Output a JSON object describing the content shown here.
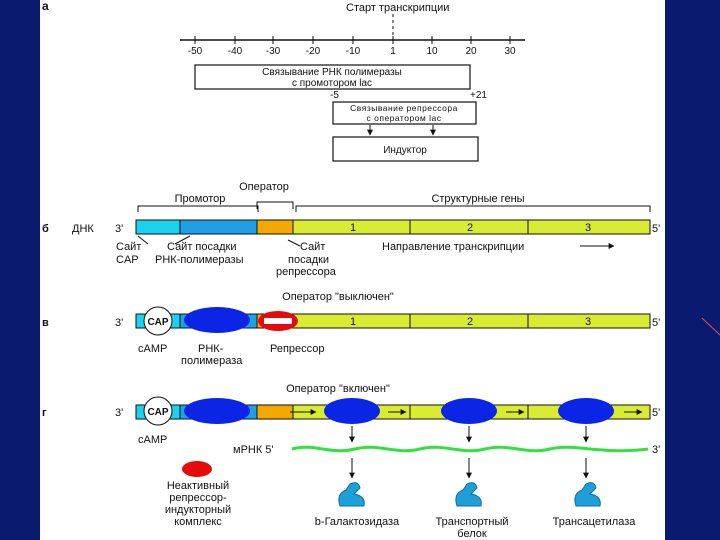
{
  "colors": {
    "yellow": "#d9ec32",
    "cyan": "#19d3f0",
    "blue": "#1ea0e6",
    "orange": "#f5a800",
    "polymerase": "#0b25e6",
    "repressor": "#e60b0b",
    "mrna": "#33e040",
    "protein": "#1f9fd8",
    "background": "#0a1a6e"
  },
  "panel_a": {
    "label": "а",
    "start_label": "Старт транскрипции",
    "ticks": [
      "-50",
      "-40",
      "-30",
      "-20",
      "-10",
      "1",
      "10",
      "20",
      "30"
    ],
    "box1_line1": "Связывание РНК полимеразы",
    "box1_line2": "с промотором lac",
    "minus5": "-5",
    "plus21": "+21",
    "box2_line1": "Связывание репрессора",
    "box2_line2": "с оператором lac",
    "box3": "Индуктор"
  },
  "panel_b": {
    "label": "б",
    "promoter": "Промотор",
    "operator": "Оператор",
    "structural": "Структурные гены",
    "dna": "ДНК",
    "end3": "3'",
    "end5": "5'",
    "genes": [
      "1",
      "2",
      "3"
    ],
    "cap_site_1": "Сайт",
    "cap_site_2": "CAP",
    "rnap_site_1": "Сайт посадки",
    "rnap_site_2": "РНК-полимеразы",
    "rep_site_1": "Сайт",
    "rep_site_2": "посадки",
    "rep_site_3": "репрессора",
    "direction": "Направление транскрипции"
  },
  "panel_v": {
    "label": "в",
    "title": "Оператор \"выключен\"",
    "end3": "3'",
    "end5": "5'",
    "cap": "CAP",
    "genes": [
      "1",
      "2",
      "3"
    ],
    "camp": "cAMP",
    "rnap_1": "РНК-",
    "rnap_2": "полимераза",
    "repressor": "Репрессор"
  },
  "panel_g": {
    "label": "г",
    "title": "Оператор \"включен\"",
    "end3": "3'",
    "end5": "5'",
    "cap": "CAP",
    "camp": "cAMP",
    "mrna": "мРНК 5'",
    "mrna_end": "3'",
    "inactive_1": "Неактивный",
    "inactive_2": "репрессор-",
    "inactive_3": "индукторный",
    "inactive_4": "комплекс",
    "protein1_1": "b-Галактозидаза",
    "protein2_1": "Транспортный",
    "protein2_2": "белок",
    "protein3_1": "Трансацетилаза"
  }
}
